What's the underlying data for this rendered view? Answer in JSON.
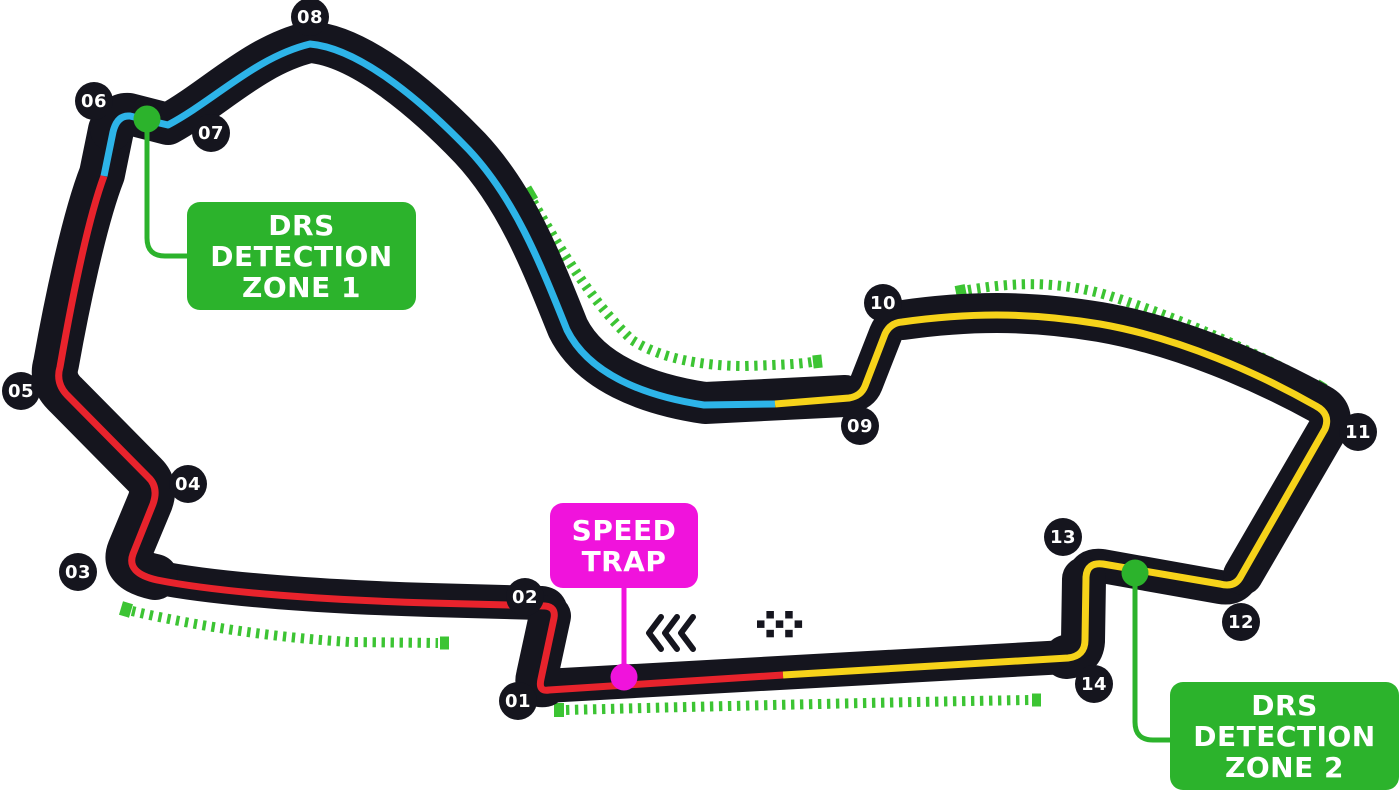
{
  "map": {
    "turns": [
      {
        "label": "01"
      },
      {
        "label": "02"
      },
      {
        "label": "03"
      },
      {
        "label": "04"
      },
      {
        "label": "05"
      },
      {
        "label": "06"
      },
      {
        "label": "07"
      },
      {
        "label": "08"
      },
      {
        "label": "09"
      },
      {
        "label": "10"
      },
      {
        "label": "11"
      },
      {
        "label": "12"
      },
      {
        "label": "13"
      },
      {
        "label": "14"
      }
    ],
    "annotations": {
      "drs_zone_1": {
        "line1": "DRS",
        "line2": "DETECTION",
        "line3": "ZONE 1"
      },
      "drs_zone_2": {
        "line1": "DRS",
        "line2": "DETECTION",
        "line3": "ZONE 2"
      },
      "speed_trap": {
        "line1": "SPEED",
        "line2": "TRAP"
      }
    },
    "icons": [
      {
        "name": "checkered-flag",
        "meaning": "start-finish line"
      },
      {
        "name": "chevrons-left",
        "meaning": "direction of travel"
      },
      {
        "name": "drs-detection-dot-1"
      },
      {
        "name": "drs-detection-dot-2"
      },
      {
        "name": "speed-trap-dot"
      }
    ],
    "colors": {
      "track": "#15151e",
      "sector_1_red": "#e8232c",
      "sector_2_blue": "#2db4e8",
      "sector_3_yellow": "#f6d31a",
      "drs_green": "#2cb32c",
      "drs_dash_green": "#3cc433",
      "speed_trap_magenta": "#f013dc",
      "background": "#ffffff"
    }
  }
}
